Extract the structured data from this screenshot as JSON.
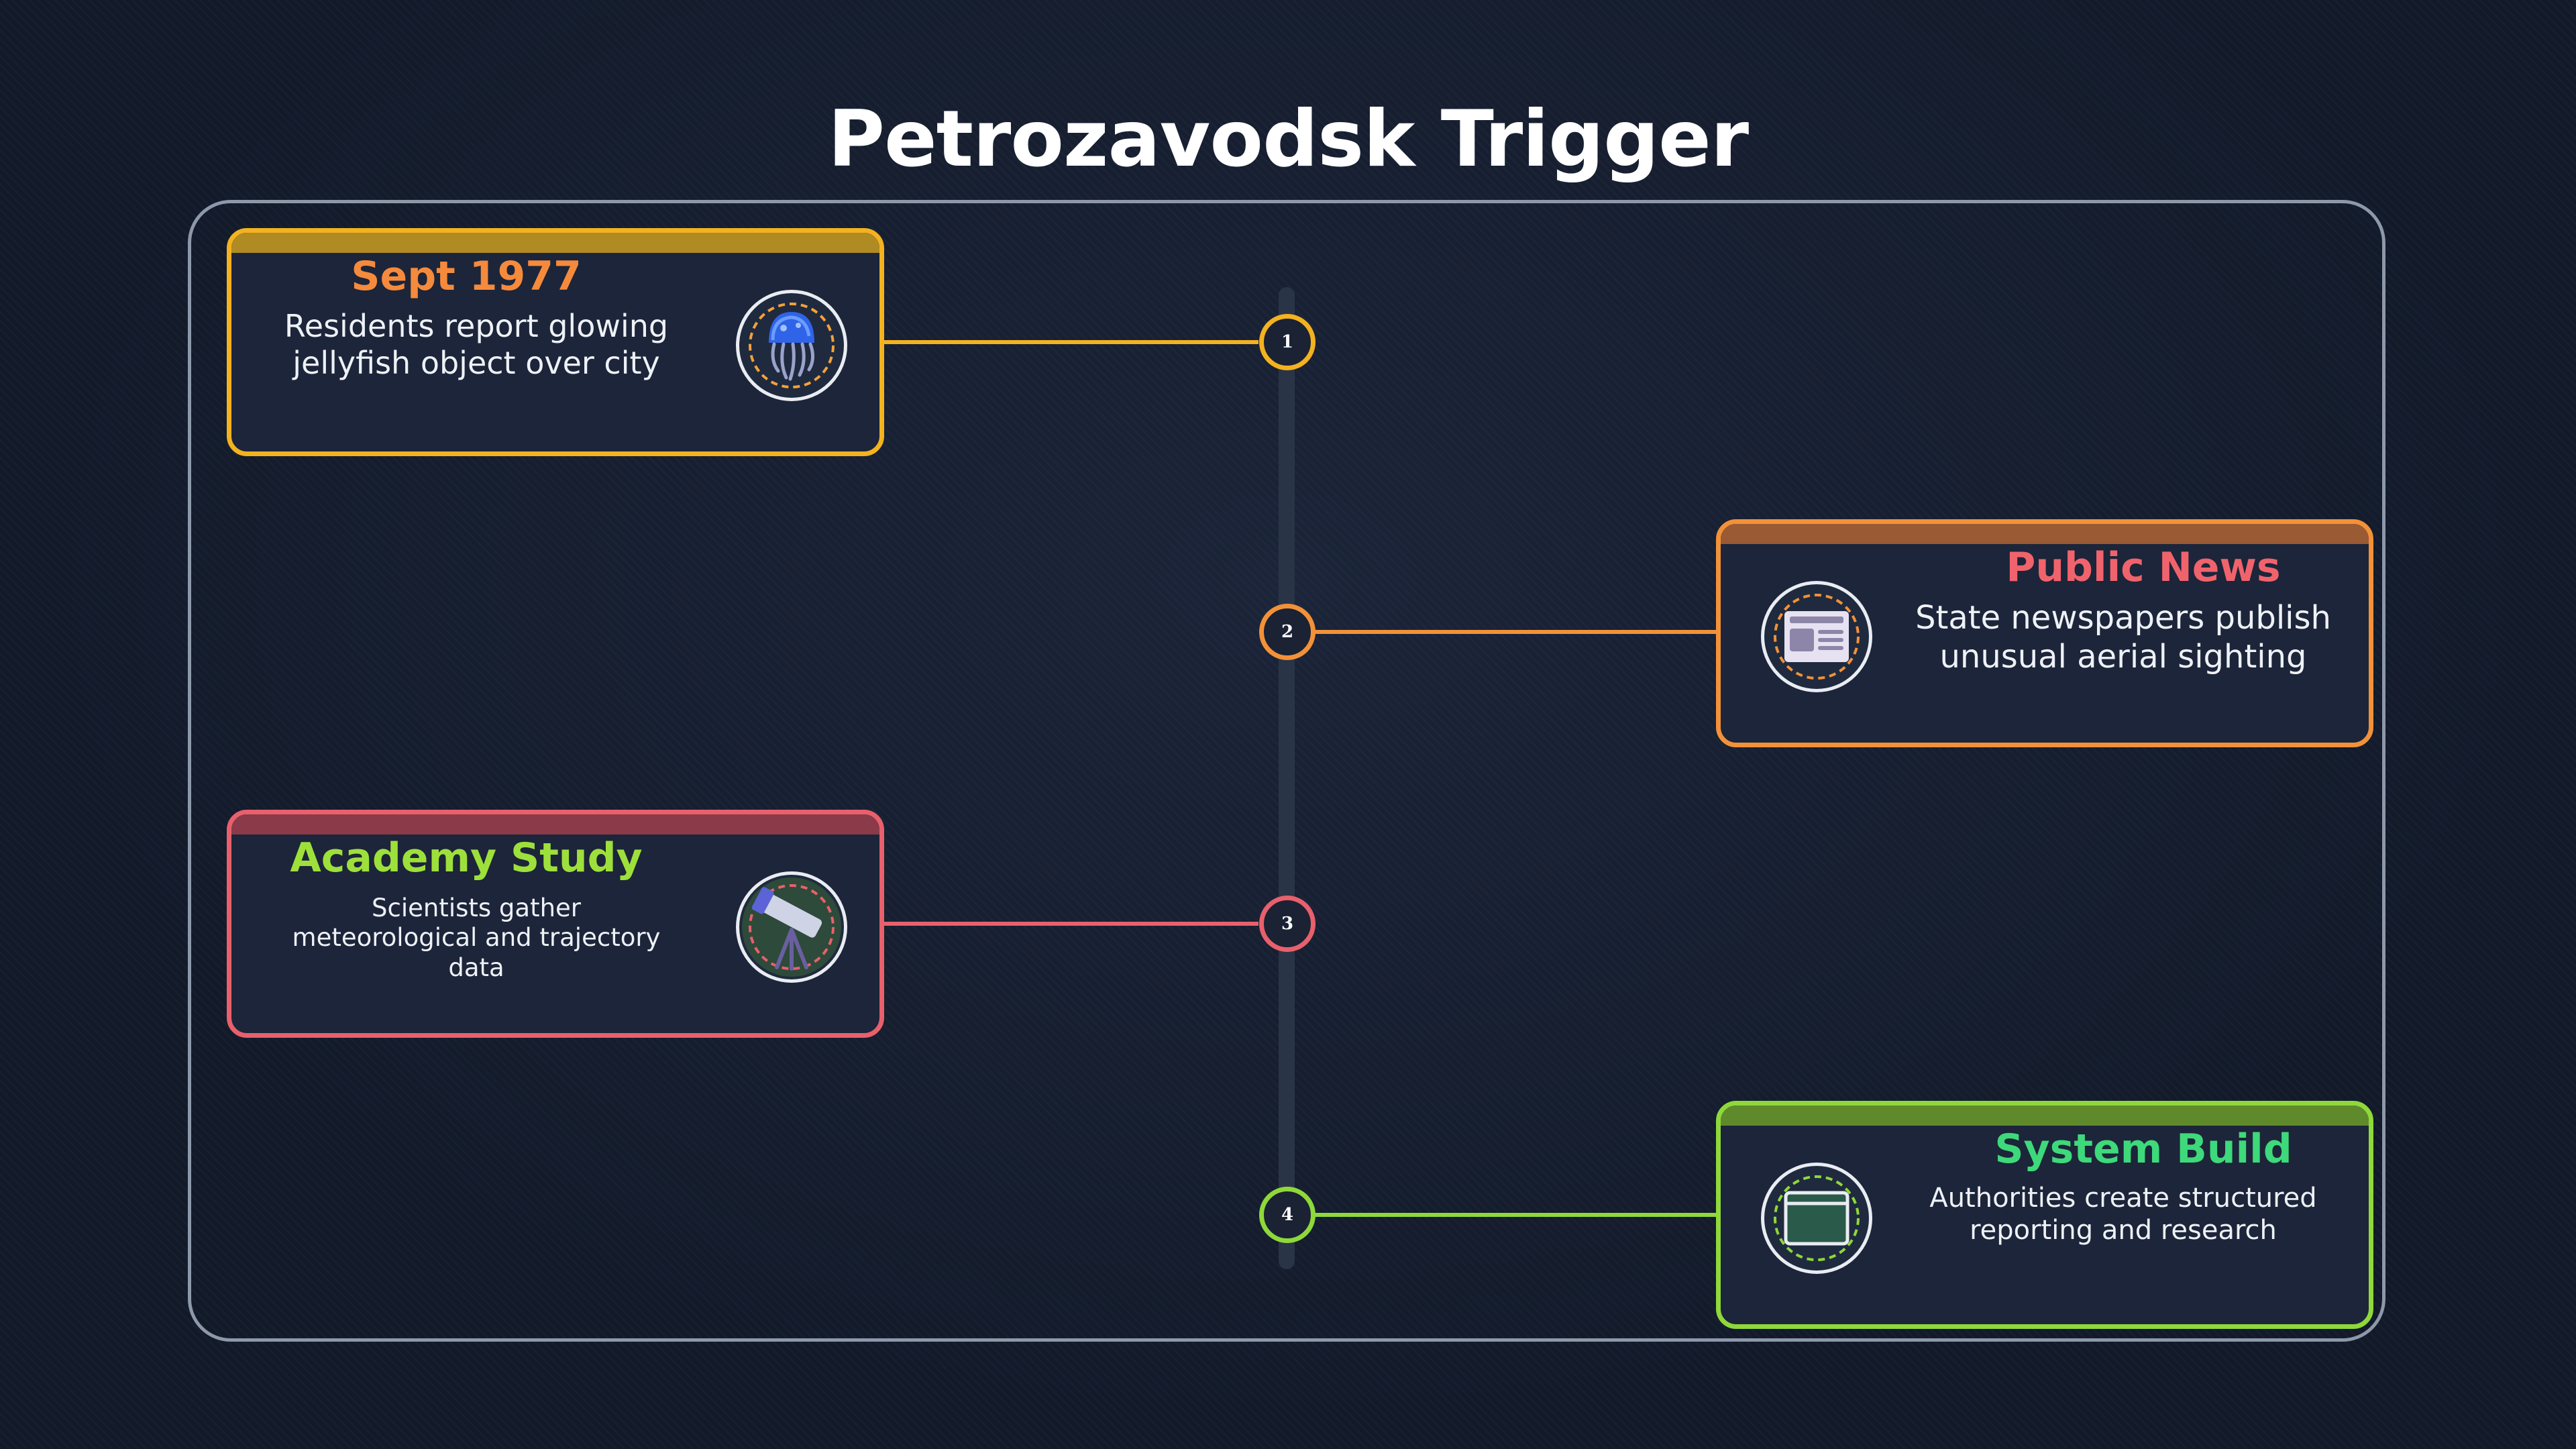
{
  "title": "Petrozavodsk Trigger",
  "events": [
    {
      "number": "1",
      "title": "Sept 1977",
      "description": "Residents report glowing jellyfish object over city",
      "icon": "jellyfish-icon",
      "accent": "#f3b21f",
      "title_color": "#f58a3c"
    },
    {
      "number": "2",
      "title": "Public News",
      "description": "State newspapers publish unusual aerial sighting",
      "icon": "newspaper-icon",
      "accent": "#f39138",
      "title_color": "#f0636c"
    },
    {
      "number": "3",
      "title": "Academy Study",
      "description": "Scientists gather meteorological and trajectory data",
      "icon": "telescope-icon",
      "accent": "#e8606c",
      "title_color": "#9ee03b"
    },
    {
      "number": "4",
      "title": "System Build",
      "description": "Authorities create structured reporting and research",
      "icon": "window-icon",
      "accent": "#8fd83a",
      "title_color": "#3ed97a"
    }
  ]
}
